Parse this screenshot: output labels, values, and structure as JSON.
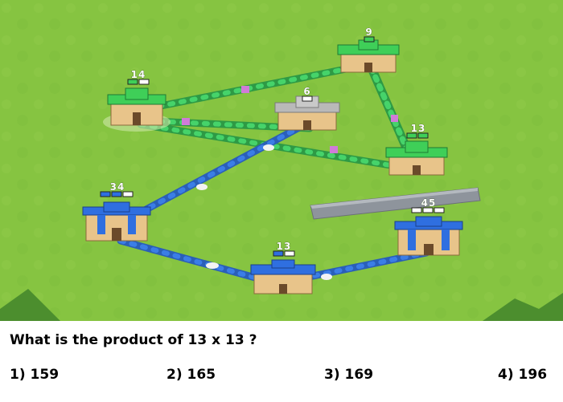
{
  "game": {
    "castles": [
      {
        "id": "c14",
        "count": "14",
        "team": "green",
        "levels": 2,
        "filled": 1
      },
      {
        "id": "c9",
        "count": "9",
        "team": "green",
        "levels": 1,
        "filled": 1
      },
      {
        "id": "c6",
        "count": "6",
        "team": "neutral",
        "levels": 1,
        "filled": 0
      },
      {
        "id": "c13g",
        "count": "13",
        "team": "green",
        "levels": 2,
        "filled": 2
      },
      {
        "id": "c34",
        "count": "34",
        "team": "blue",
        "levels": 3,
        "filled": 2
      },
      {
        "id": "c13b",
        "count": "13",
        "team": "blue",
        "levels": 2,
        "filled": 1
      },
      {
        "id": "c45",
        "count": "45",
        "team": "blue",
        "levels": 3,
        "filled": 0
      }
    ],
    "colors": {
      "grass": "#86c441",
      "green_team": "#3fcf58",
      "blue_team": "#2f6fe0",
      "neutral_team": "#b9b9b9",
      "path_green": "#46d36a",
      "path_blue": "#3b7ee6",
      "wall": "#8e949c"
    }
  },
  "quiz": {
    "question": "What is the product of 13 x 13 ?",
    "options": [
      {
        "num": "1)",
        "value": "159"
      },
      {
        "num": "2)",
        "value": "165"
      },
      {
        "num": "3)",
        "value": "169"
      },
      {
        "num": "4)",
        "value": "196"
      }
    ]
  }
}
